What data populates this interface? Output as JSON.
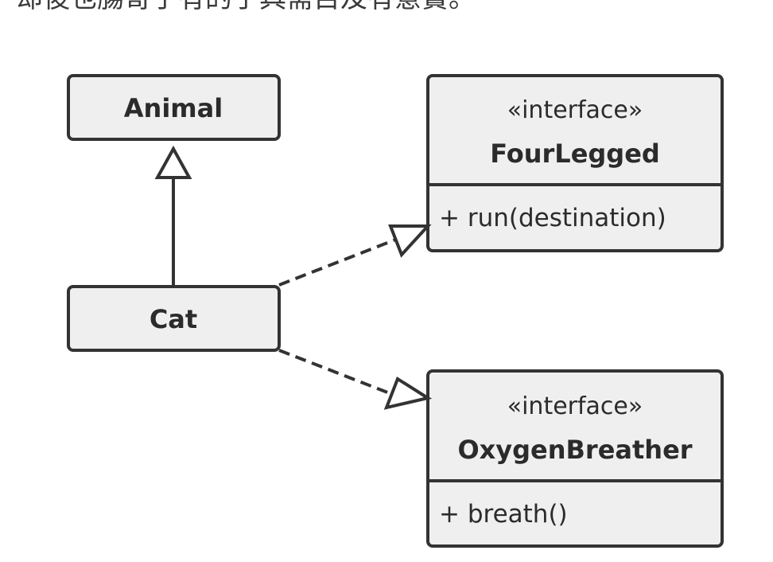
{
  "caption": "却後也腸哥于有的于具需目及有意實。",
  "classes": {
    "animal": {
      "name": "Animal"
    },
    "cat": {
      "name": "Cat"
    },
    "four_legged": {
      "stereotype": "«interface»",
      "name": "FourLegged",
      "methods": [
        "+ run(destination)"
      ]
    },
    "oxygen_breather": {
      "stereotype": "«interface»",
      "name": "OxygenBreather",
      "methods": [
        "+ breath()"
      ]
    }
  },
  "colors": {
    "box_fill": "#efefef",
    "box_stroke": "#333333",
    "text": "#2b2b2b",
    "line": "#333333"
  }
}
